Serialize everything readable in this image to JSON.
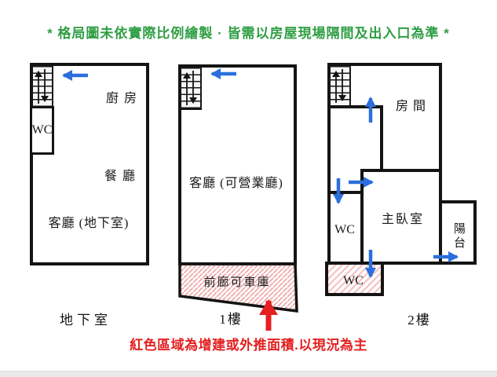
{
  "notice": {
    "text": "* 格局圖未依實際比例繪製 · 皆需以房屋現場隔間及出入口為準 *"
  },
  "warning": {
    "text": "紅色區域為增建或外推面積.以現況為主"
  },
  "plans": {
    "basement": {
      "caption": "地下室",
      "rooms": {
        "kitchen": "廚房",
        "dining": "餐廳",
        "living": "客廳 (地下室)",
        "wc": "WC"
      }
    },
    "f1": {
      "caption": "1樓",
      "rooms": {
        "living": "客廳 (可營業廳)",
        "porch": "前廊可車庫"
      }
    },
    "f2": {
      "caption": "2樓",
      "rooms": {
        "room": "房間",
        "master": "主臥室",
        "wc_upper": "WC",
        "balcony": "陽台",
        "wc_lower": "WC"
      }
    }
  },
  "colors": {
    "notice_green": "#2f9e44",
    "warning_red": "#e42020",
    "arrow_blue": "#2b6fdd",
    "wall_black": "#141414",
    "hatch_pink": "#efa9a9"
  }
}
